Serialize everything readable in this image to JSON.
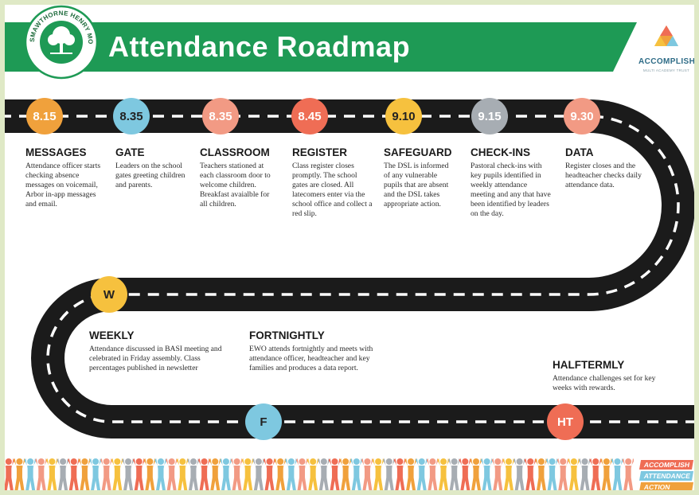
{
  "header": {
    "title": "Attendance Roadmap",
    "school_logo_text": "SMAWTHORNE HENRY MOORE ACADEMY",
    "trust_name": "ACCOMPLISH",
    "trust_subtitle": "MULTI ACADEMY TRUST"
  },
  "stops": [
    {
      "id": "messages",
      "label": "8.15",
      "color": "#f0a13c",
      "title": "MESSAGES",
      "text": "Attendance officer starts checking absence messages on voicemail, Arbor in-app messages and email."
    },
    {
      "id": "gate",
      "label": "8.35",
      "color": "#7ec8e0",
      "title": "GATE",
      "text": "Leaders on the school gates greeting children and parents."
    },
    {
      "id": "classroom",
      "label": "8.35",
      "color": "#f29a84",
      "title": "CLASSROOM",
      "text": "Teachers stationed at each classroom door to welcome children. Breakfast avaialble for all children."
    },
    {
      "id": "register",
      "label": "8.45",
      "color": "#ef6d55",
      "title": "REGISTER",
      "text": "Class register closes promptly. The school gates are closed. All latecomers enter via the school office and collect a red slip."
    },
    {
      "id": "safeguard",
      "label": "9.10",
      "color": "#f6c13e",
      "title": "SAFEGUARD",
      "text": "The DSL is informed of any vulnerable pupils that are absent and the DSL takes appropriate action."
    },
    {
      "id": "checkins",
      "label": "9.15",
      "color": "#a7adb3",
      "title": "CHECK-INS",
      "text": "Pastoral check-ins with key pupils identified in weekly attendance meeting and any that have been identified by leaders on the day."
    },
    {
      "id": "data",
      "label": "9.30",
      "color": "#f29a84",
      "title": "DATA",
      "text": "Register closes and the headteacher checks daily attendance data."
    },
    {
      "id": "weekly",
      "label": "W",
      "color": "#f6c13e",
      "title": "WEEKLY",
      "text": "Attendance discussed in BASI meeting and celebrated in Friday assembly. Class percentages published in newsletter"
    },
    {
      "id": "fortnightly",
      "label": "F",
      "color": "#7ec8e0",
      "title": "FORTNIGHTLY",
      "text": "EWO attends fortnightly and meets with attendance officer, headteacher and key families and produces a data report."
    },
    {
      "id": "halftermly",
      "label": "HT",
      "color": "#ef6d55",
      "title": "HALFTERMLY",
      "text": "Attendance challenges set for key weeks with rewards."
    }
  ],
  "footer": {
    "badge_lines": [
      "ACCOMPLISH",
      "ATTENDANCE",
      "ACTION"
    ],
    "badge_colors": [
      "#ef6d55",
      "#7ec8e0",
      "#f0a13c"
    ]
  },
  "colors": {
    "banner_green": "#1e9a55",
    "road": "#1b1b1b",
    "road_marking": "#ffffff"
  }
}
